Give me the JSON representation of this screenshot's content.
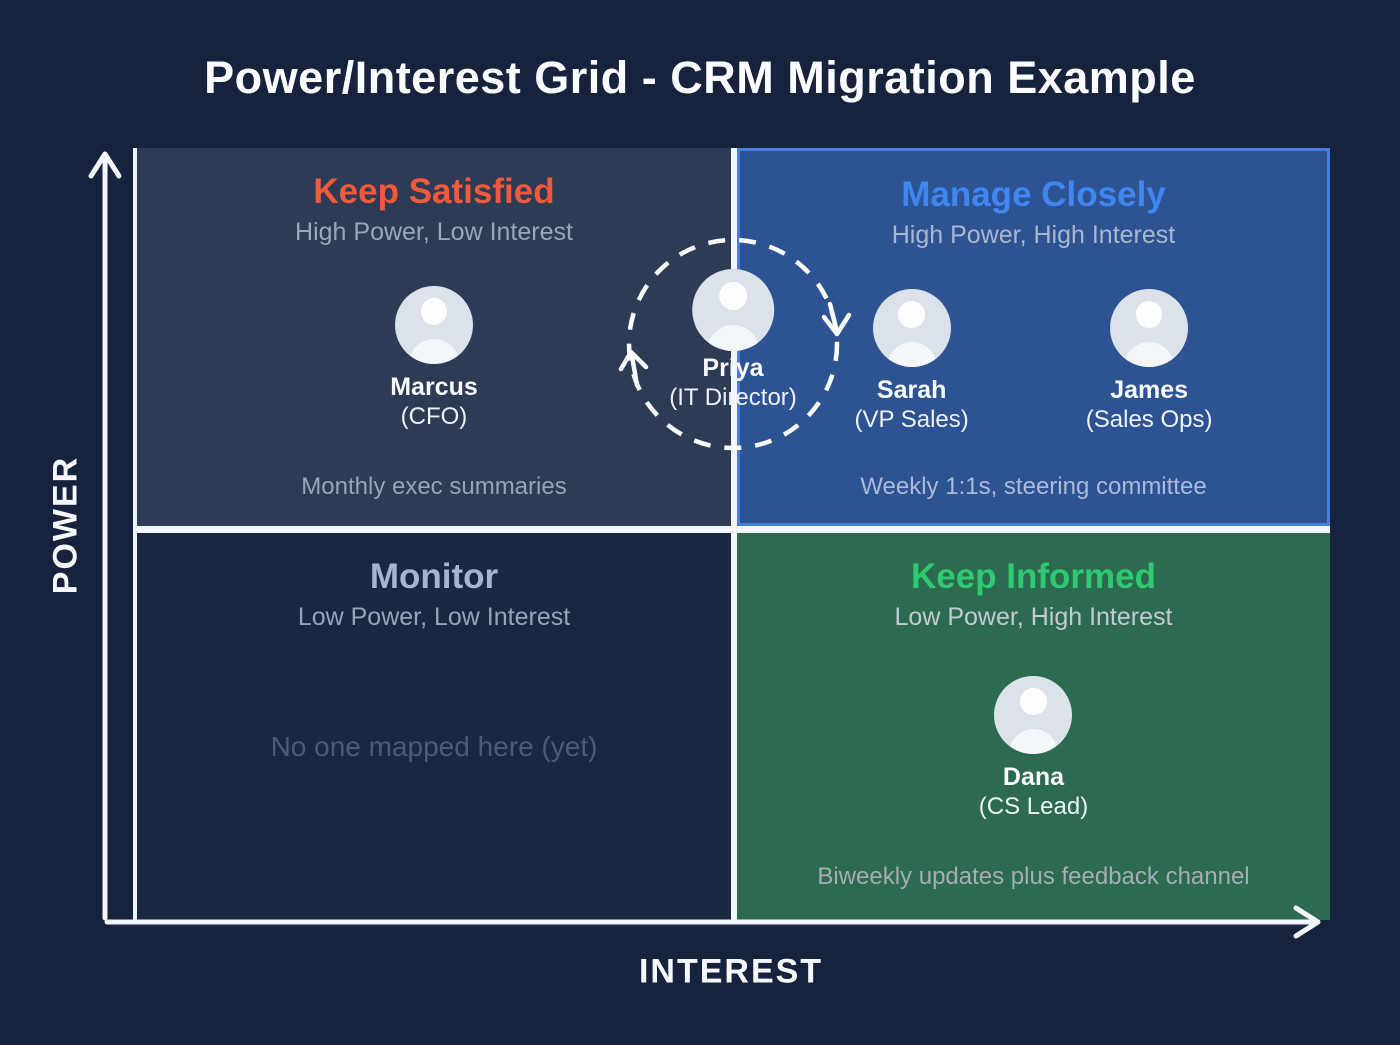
{
  "title": "Power/Interest Grid - CRM Migration Example",
  "axes": {
    "y": "POWER",
    "x": "INTEREST"
  },
  "quadrants": {
    "keep_satisfied": {
      "label": "Keep Satisfied",
      "subtitle": "High Power, Low Interest",
      "note": "Monthly exec summaries",
      "accent_color": "#f1593c",
      "people": [
        {
          "name": "Marcus",
          "role": "(CFO)"
        }
      ]
    },
    "manage_closely": {
      "label": "Manage Closely",
      "subtitle": "High Power, High Interest",
      "note": "Weekly 1:1s, steering committee",
      "accent_color": "#3f86f0",
      "people": [
        {
          "name": "Sarah",
          "role": "(VP Sales)"
        },
        {
          "name": "James",
          "role": "(Sales Ops)"
        }
      ]
    },
    "monitor": {
      "label": "Monitor",
      "subtitle": "Low Power, Low Interest",
      "empty_note": "No one mapped here (yet)",
      "accent_color": "#a7b4ce",
      "people": []
    },
    "keep_informed": {
      "label": "Keep Informed",
      "subtitle": "Low Power, High Interest",
      "note": "Biweekly updates plus feedback channel",
      "accent_color": "#2fc972",
      "people": [
        {
          "name": "Dana",
          "role": "(CS Lead)"
        }
      ]
    }
  },
  "boundary_person": {
    "name": "Priya",
    "role": "(IT Director)"
  },
  "colors": {
    "background": "#17233d",
    "keep_satisfied_bg": "#2d3b55",
    "manage_closely_bg": "#2d5393",
    "manage_closely_border": "#4a7de2",
    "monitor_bg": "#192741",
    "keep_informed_bg": "#2c6b50",
    "divider": "#f4f6fa"
  }
}
